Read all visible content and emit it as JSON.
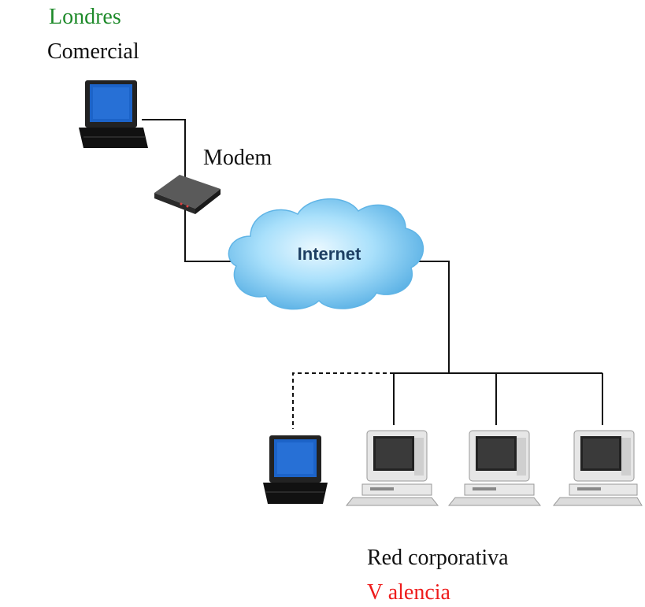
{
  "labels": {
    "city_top": "Londres",
    "role": "Comercial",
    "device": "Modem",
    "network": "Internet",
    "corp_network": "Red corporativa",
    "city_bottom": "V alencia"
  },
  "colors": {
    "city_top": "#1e8a2a",
    "city_bottom": "#ee1b1b",
    "text": "#111111",
    "line": "#111111",
    "cloud_light": "#cfeeff",
    "cloud_mid": "#8fd4f5",
    "cloud_dark": "#4aa7e0",
    "screen": "#1c63c8"
  },
  "icons": {
    "laptop": "laptop-icon",
    "modem": "modem-icon",
    "cloud": "internet-cloud-icon",
    "desktop": "desktop-computer-icon"
  }
}
